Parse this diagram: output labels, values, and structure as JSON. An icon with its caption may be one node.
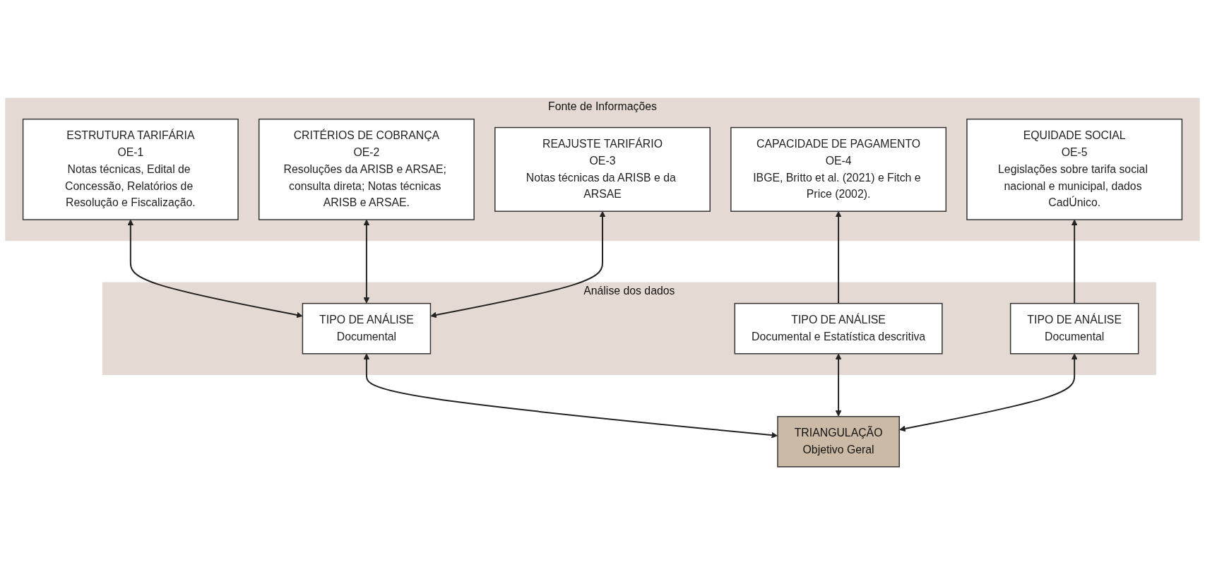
{
  "diagram": {
    "nodes": [
      {
        "text": [
          "Fonte de Informações"
        ]
      },
      {
        "text": [
          "ESTRUTURA TARIFÁRIA",
          "OE-1",
          "Notas técnicas, Edital de Concessão, Relatórios de Resolução e Fiscalização."
        ],
        "in": 0
      },
      {
        "text": [
          "CRITÉRIOS DE COBRANÇA",
          "OE-2",
          "Resoluções da ARISB e ARSAE; consulta direta; Notas técnicas ARISB e ARSAE."
        ],
        "in": 0
      },
      {
        "text": [
          "REAJUSTE TARIFÁRIO",
          "OE-3",
          "Notas técnicas da ARISB e da ARSAE"
        ],
        "in": 0
      },
      {
        "text": [
          "CAPACIDADE DE PAGAMENTO",
          "OE-4",
          "IBGE, Britto et al. (2021) e Fitch e Price (2002)."
        ],
        "in": 0
      },
      {
        "text": [
          "EQUIDADE SOCIAL",
          "OE-5",
          "Legislações sobre tarifa social nacional e municipal, dados CadÚnico."
        ],
        "in": 0
      },
      {
        "text": [
          "Análise dos dados"
        ]
      },
      {
        "text": [
          "TIPO DE ANÁLISE",
          "Documental"
        ],
        "in": 6
      },
      {
        "text": [
          "TIPO DE ANÁLISE",
          "Documental e Estatística descritiva"
        ],
        "in": 6
      },
      {
        "text": [
          "TIPO DE ANÁLISE",
          "Documental"
        ],
        "in": 6
      },
      {
        "text": [
          "TRIANGULAÇÃO",
          "Objetivo Geral"
        ]
      }
    ],
    "edges": [
      {
        "from": 7,
        "to": 1,
        "arrow": "both"
      },
      {
        "from": 7,
        "to": 2,
        "arrow": "both"
      },
      {
        "from": 7,
        "to": 3,
        "arrow": "both"
      },
      {
        "from": 8,
        "to": 4,
        "arrow": "to"
      },
      {
        "from": 9,
        "to": 5,
        "arrow": "to"
      },
      {
        "from": 10,
        "to": 7,
        "arrow": "both"
      },
      {
        "from": 10,
        "to": 8,
        "arrow": "both"
      },
      {
        "from": 10,
        "to": 9,
        "arrow": "both"
      }
    ]
  }
}
